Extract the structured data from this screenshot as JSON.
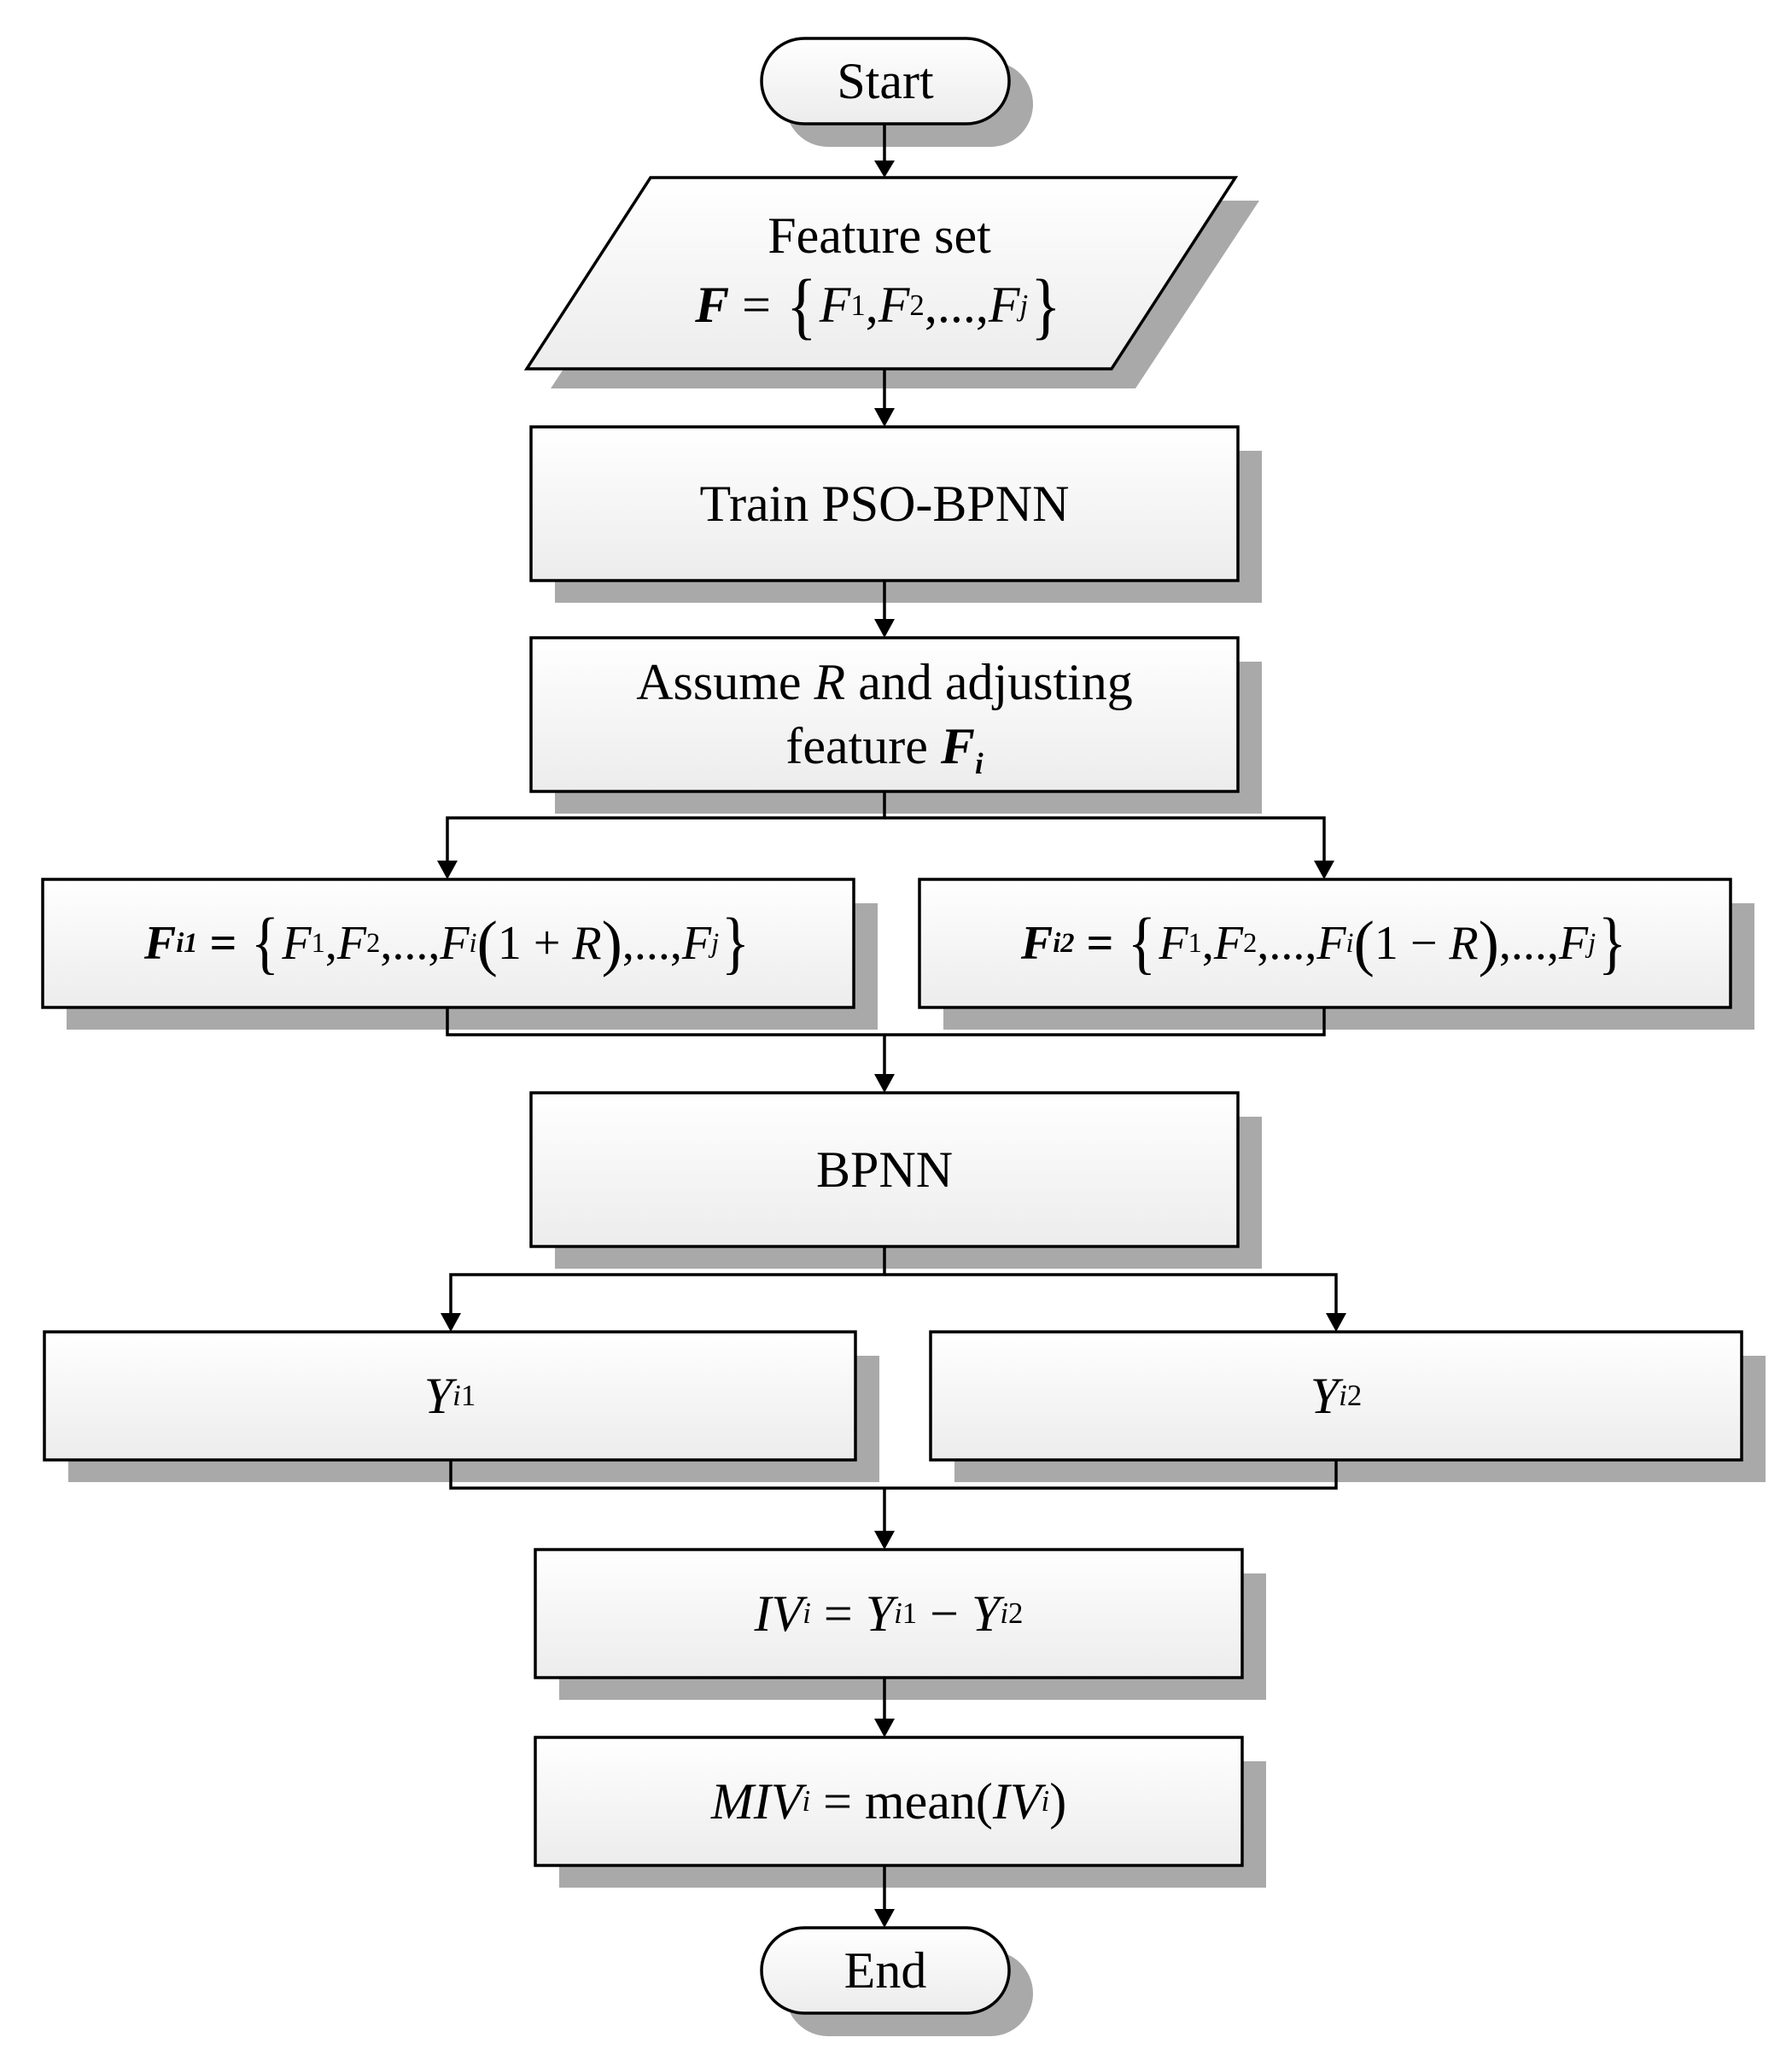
{
  "diagram": {
    "nodes": [
      {
        "id": "start",
        "kind": "terminator",
        "text": "Start"
      },
      {
        "id": "feature_set",
        "kind": "data",
        "line1": "Feature set",
        "f_symbol": "F",
        "equals": "=",
        "lbrace": "{",
        "rbrace": "}",
        "e1": "F",
        "e1_sub": "1",
        "comma": ",",
        "e2": "F",
        "e2_sub": "2",
        "dots": "...",
        "ej": "F",
        "ej_sub": "j"
      },
      {
        "id": "train",
        "kind": "process",
        "text": "Train PSO-BPNN"
      },
      {
        "id": "assume",
        "kind": "process",
        "line1_a": "Assume",
        "line1_r": "R",
        "line1_b": "and adjusting",
        "line2_a": "feature",
        "line2_f": "F",
        "line2_sub": "i"
      },
      {
        "id": "fi1",
        "kind": "process",
        "lhs": "F",
        "lhs_sub": "i1",
        "equals": "=",
        "lbrace": "{",
        "rbrace": "}",
        "e1": "F",
        "e1_sub": "1",
        "comma": ",",
        "e2": "F",
        "e2_sub": "2",
        "dots": "...",
        "ei": "F",
        "ei_sub": "i",
        "lparen": "(",
        "one": "1",
        "op": "+",
        "r": "R",
        "rparen": ")",
        "ej": "F",
        "ej_sub": "j"
      },
      {
        "id": "fi2",
        "kind": "process",
        "lhs": "F",
        "lhs_sub": "i2",
        "equals": "=",
        "lbrace": "{",
        "rbrace": "}",
        "e1": "F",
        "e1_sub": "1",
        "comma": ",",
        "e2": "F",
        "e2_sub": "2",
        "dots": "...",
        "ei": "F",
        "ei_sub": "i",
        "lparen": "(",
        "one": "1",
        "op": "−",
        "r": "R",
        "rparen": ")",
        "ej": "F",
        "ej_sub": "j"
      },
      {
        "id": "bpnn",
        "kind": "process",
        "text": "BPNN"
      },
      {
        "id": "yi1",
        "kind": "process",
        "y": "Y",
        "sub_i": "i",
        "sub_n": "1"
      },
      {
        "id": "yi2",
        "kind": "process",
        "y": "Y",
        "sub_i": "i",
        "sub_n": "2"
      },
      {
        "id": "iv",
        "kind": "process",
        "lhs": "IV",
        "lhs_sub": "i",
        "equals": "=",
        "y1": "Y",
        "y1_sub_i": "i",
        "y1_sub_n": "1",
        "minus": "−",
        "y2": "Y",
        "y2_sub_i": "i",
        "y2_sub_n": "2"
      },
      {
        "id": "miv",
        "kind": "process",
        "lhs": "MIV",
        "lhs_sub": "i",
        "equals": "=",
        "fn": "mean",
        "lparen": "(",
        "arg": "IV",
        "arg_sub": "i",
        "rparen": ")"
      },
      {
        "id": "end",
        "kind": "terminator",
        "text": "End"
      }
    ],
    "edges": [
      {
        "from": "start",
        "to": "feature_set"
      },
      {
        "from": "feature_set",
        "to": "train"
      },
      {
        "from": "train",
        "to": "assume"
      },
      {
        "from": "assume",
        "to": "fi1"
      },
      {
        "from": "assume",
        "to": "fi2"
      },
      {
        "from": "fi1",
        "to": "bpnn"
      },
      {
        "from": "fi2",
        "to": "bpnn"
      },
      {
        "from": "bpnn",
        "to": "yi1"
      },
      {
        "from": "bpnn",
        "to": "yi2"
      },
      {
        "from": "yi1",
        "to": "iv"
      },
      {
        "from": "yi2",
        "to": "iv"
      },
      {
        "from": "iv",
        "to": "miv"
      },
      {
        "from": "miv",
        "to": "end"
      }
    ]
  }
}
